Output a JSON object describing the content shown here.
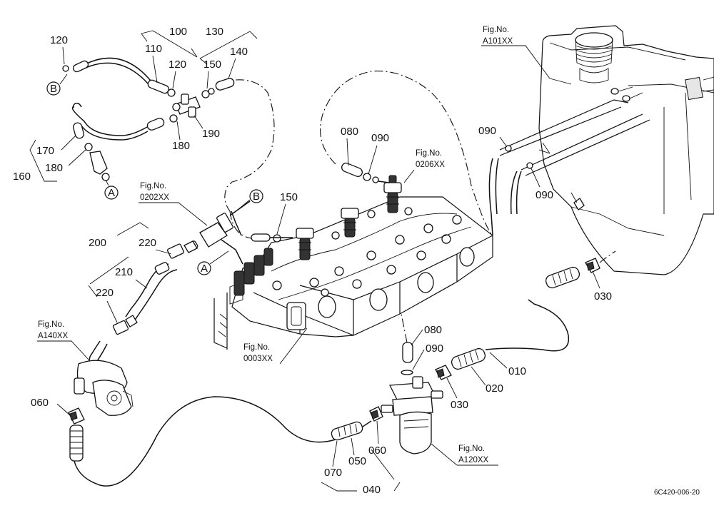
{
  "labels": {
    "l120a": "120",
    "l110": "110",
    "l100": "100",
    "l130": "130",
    "l120b": "120",
    "l150a": "150",
    "l140": "140",
    "l190": "190",
    "l180a": "180",
    "l170": "170",
    "l180b": "180",
    "l160": "160",
    "l150b": "150",
    "l200": "200",
    "l220a": "220",
    "l210": "210",
    "l220b": "220",
    "l080a": "080",
    "l090a": "090",
    "l090b": "090",
    "l090c": "090",
    "l030a": "030",
    "l080b": "080",
    "l090d": "090",
    "l010": "010",
    "l020": "020",
    "l030b": "030",
    "l060a": "060",
    "l060b": "060",
    "l050": "050",
    "l070": "070",
    "l040": "040"
  },
  "callouts": {
    "A": "A",
    "B": "B"
  },
  "figs": {
    "a101": {
      "prefix": "Fig.No.",
      "code": "A101XX"
    },
    "f0206": {
      "prefix": "Fig.No.",
      "code": "0206XX"
    },
    "f0202": {
      "prefix": "Fig.No.",
      "code": "0202XX"
    },
    "f0003": {
      "prefix": "Fig.No.",
      "code": "0003XX"
    },
    "a140": {
      "prefix": "Fig.No.",
      "code": "A140XX"
    },
    "a120": {
      "prefix": "Fig.No.",
      "code": "A120XX"
    }
  },
  "drawing_code": "6C420-006-20"
}
